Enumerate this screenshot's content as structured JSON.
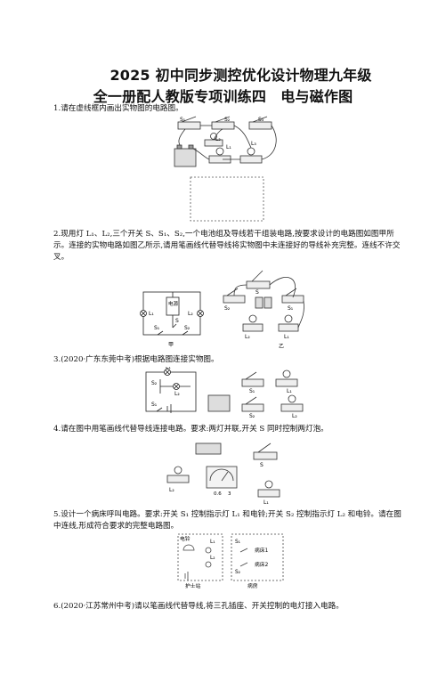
{
  "title": {
    "line1": "2025 初中同步测控优化设计物理九年级",
    "line2": "全一册配人教版专项训练四　电与磁作图"
  },
  "questions": {
    "q1": {
      "text": "1.请在虚线框内画出实物图的电路图。"
    },
    "q2": {
      "text": "2.现用灯 L₁、L₂,三个开关 S、S₁、S₂,一个电池组及导线若干组装电路,按要求设计的电路图如图甲所示。连接的实物电路如图乙所示,请用笔画线代替导线将实物图中未连接好的导线补充完整。连线不许交叉。"
    },
    "q3": {
      "text": "3.(2020·广东东莞中考)根据电路图连接实物图。"
    },
    "q4": {
      "text": "4.请在图中用笔画线代替导线连接电路。要求:两灯并联,开关 S 同时控制两灯泡。"
    },
    "q5": {
      "text": "5.设计一个病床呼叫电路。要求:开关 S₁ 控制指示灯 L₁ 和电铃;开关 S₂ 控制指示灯 L₂ 和电铃。请在图中连线,形成符合要求的完整电路图。"
    },
    "q6": {
      "text": "6.(2020·江苏常州中考)请以笔画线代替导线,将三孔插座、开关控制的电灯接入电路。"
    }
  },
  "figures": {
    "fig1": {
      "labels": [
        "S₁",
        "S₂",
        "S₃",
        "L₂",
        "L₁",
        "L₃"
      ]
    },
    "fig2a": {
      "labels": [
        "电源",
        "L₁",
        "L₂",
        "S₁",
        "S",
        "S₂",
        "甲"
      ]
    },
    "fig2b": {
      "labels": [
        "S",
        "S₂",
        "S₁",
        "L₂",
        "L₁",
        "乙"
      ]
    },
    "fig3a": {
      "labels": [
        "L₁",
        "S₂",
        "L₂",
        "S₁"
      ]
    },
    "fig3b": {
      "labels": [
        "S₁",
        "L₁",
        "S₂",
        "L₂"
      ]
    },
    "fig4": {
      "labels": [
        "S",
        "L₂",
        "L₁",
        "0.6",
        "3"
      ]
    },
    "fig5": {
      "labels": [
        "电铃",
        "L₁",
        "L₂",
        "S₁",
        "病床1",
        "S₂",
        "病床2",
        "护士站",
        "病房"
      ]
    }
  }
}
